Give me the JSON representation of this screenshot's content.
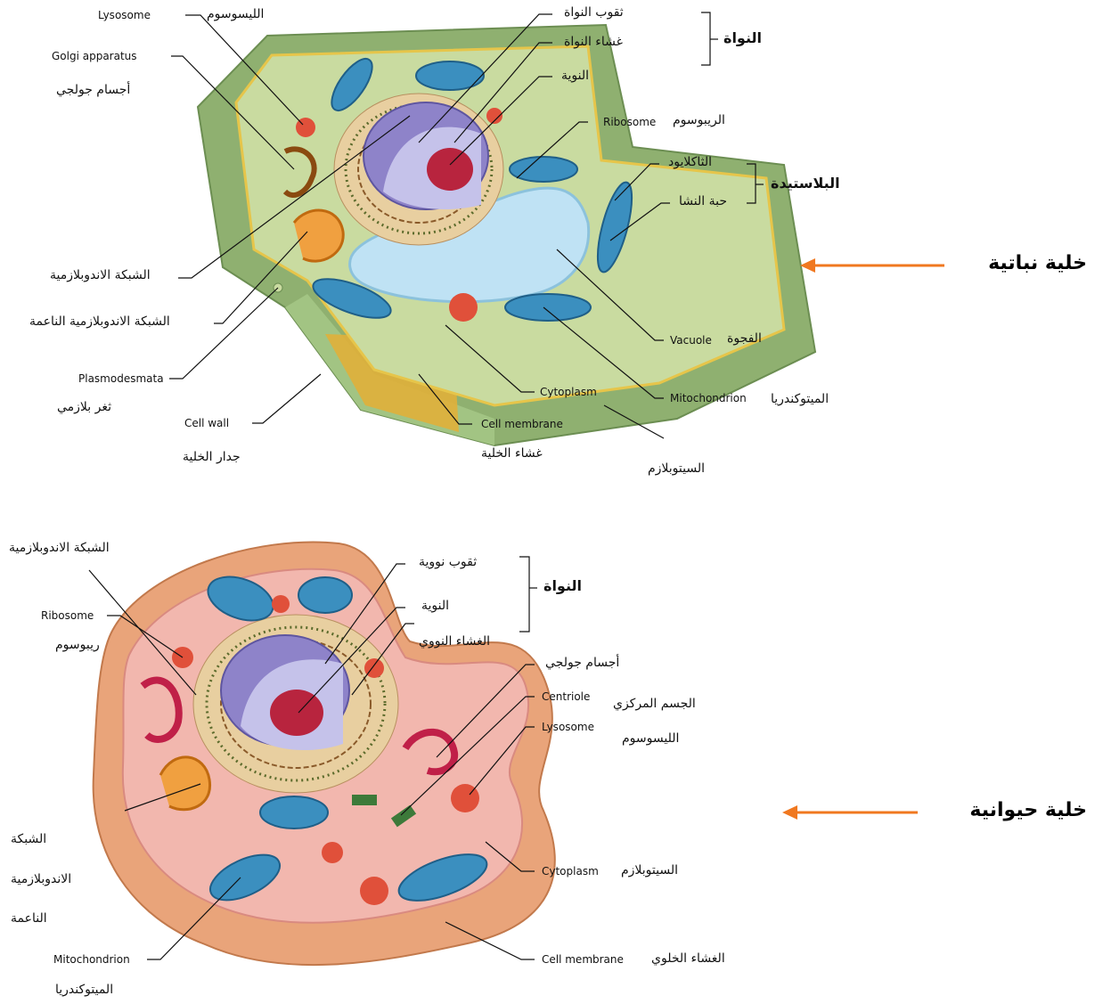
{
  "plant": {
    "title": "خلية نباتية",
    "nucleus_group": "النواة",
    "plastid_group": "البلاستيدة",
    "labels": {
      "lysosome_en": "Lysosome",
      "lysosome_ar": "الليسوسوم",
      "golgi_en": "Golgi apparatus",
      "golgi_ar": "أجسام جولجي",
      "er_ar": "الشبكة الاندوبلازمية",
      "smooth_er_ar": "الشبكة الاندوبلازمية الناعمة",
      "plasmodesmata_en": "Plasmodesmata",
      "plasmodesmata_ar": "ثغر بلازمي",
      "cell_wall_en": "Cell wall",
      "cell_wall_ar": "جدار الخلية",
      "nuclear_pore_ar": "ثقوب النواة",
      "nuclear_membrane_ar": "غشاء النواة",
      "nucleolus_ar": "النوية",
      "ribosome_en": "Ribosome",
      "ribosome_ar": "الريبوسوم",
      "thylakoid_ar": "الثاكلايود",
      "starch_ar": "حبة النشا",
      "vacuole_en": "Vacuole",
      "vacuole_ar": "الفجوة",
      "mitochondrion_en": "Mitochondrion",
      "mitochondrion_ar": "الميتوكندريا",
      "cytoplasm_en": "Cytoplasm",
      "cytoplasm_ar": "السيتوبلازم",
      "cell_membrane_en": "Cell membrane",
      "cell_membrane_ar": "غشاء الخلية"
    }
  },
  "animal": {
    "title": "خلية حيوانية",
    "nucleus_group": "النواة",
    "labels": {
      "er_ar": "الشبكة الاندوبلازمية",
      "ribosome_en": "Ribosome",
      "ribosome_ar": "ريبوسوم",
      "smooth_er_ar_1": "الشبكة",
      "smooth_er_ar_2": "الاندوبلازمية",
      "smooth_er_ar_3": "الناعمة",
      "mitochondrion_en": "Mitochondrion",
      "mitochondrion_ar": "الميتوكندريا",
      "nuclear_pores_ar": "ثقوب نووية",
      "nucleolus_ar": "النوية",
      "nuclear_envelope_ar": "الغشاء النووي",
      "golgi_ar": "أجسام جولجي",
      "centriole_en": "Centriole",
      "centriole_ar": "الجسم المركزي",
      "lysosome_en": "Lysosome",
      "lysosome_ar": "الليسوسوم",
      "cytoplasm_en": "Cytoplasm",
      "cytoplasm_ar": "السيتوبلازم",
      "cell_membrane_en": "Cell membrane",
      "cell_membrane_ar": "الغشاء الخلوي"
    }
  },
  "colors": {
    "arrow": "#f07820",
    "plant_wall": "#8fb070",
    "plant_cytoplasm": "#c9dba0",
    "vacuole": "#bfe2f4",
    "animal_outer": "#e9a47a",
    "animal_inner": "#f2b7ae",
    "mitochondria": "#3b8fbf",
    "nucleus": "#8e83c9",
    "nucleolus": "#b8243e"
  }
}
